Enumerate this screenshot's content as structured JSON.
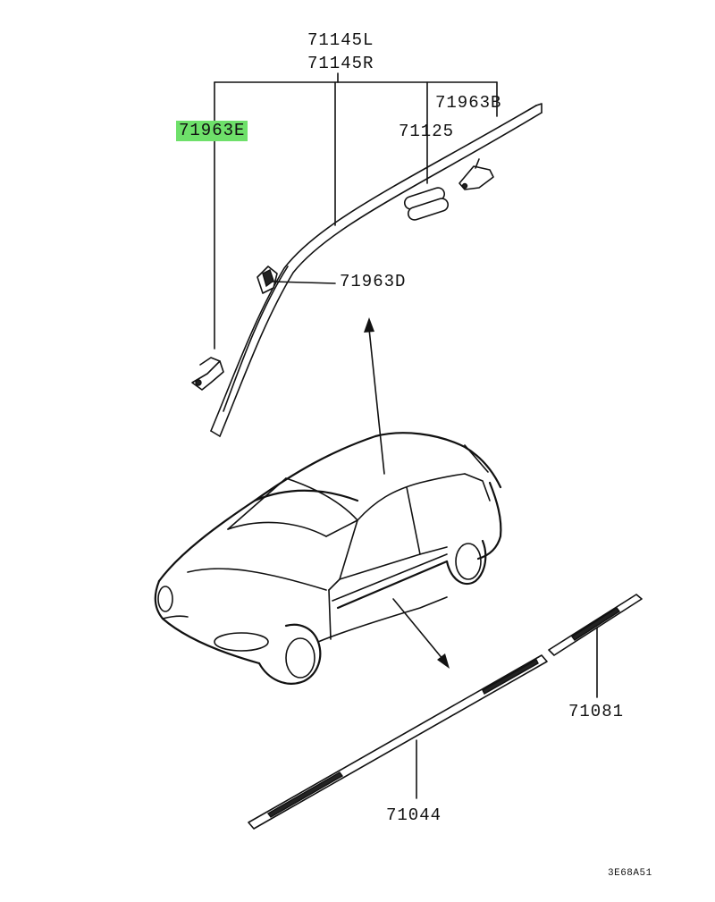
{
  "labels": {
    "part_71145l": "71145L",
    "part_71145r": "71145R",
    "part_71963b": "71963B",
    "part_71963e": "71963E",
    "part_71125": "71125",
    "part_71963d": "71963D",
    "part_71081": "71081",
    "part_71044": "71044",
    "diagram_code": "3E68A51"
  },
  "colors": {
    "highlight": "#6ee06a",
    "ink": "#111111",
    "background": "#ffffff"
  }
}
